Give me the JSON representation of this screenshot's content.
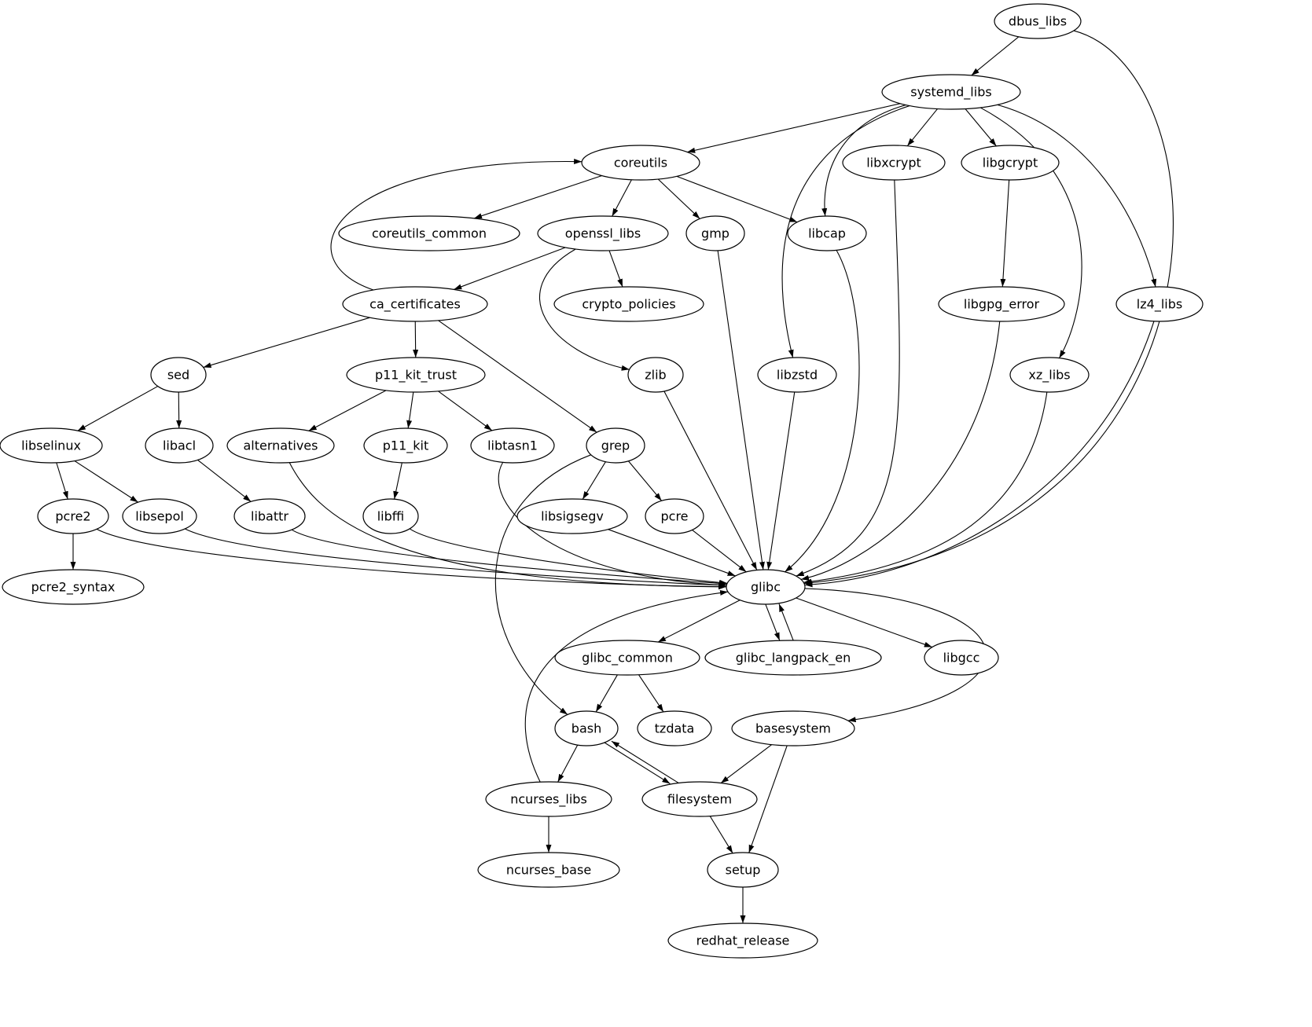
{
  "graph": {
    "nodes": [
      "dbus_libs",
      "systemd_libs",
      "coreutils",
      "libxcrypt",
      "libgcrypt",
      "coreutils_common",
      "openssl_libs",
      "gmp",
      "libcap",
      "ca_certificates",
      "crypto_policies",
      "libgpg_error",
      "lz4_libs",
      "sed",
      "p11_kit_trust",
      "zlib",
      "libzstd",
      "xz_libs",
      "libselinux",
      "libacl",
      "alternatives",
      "p11_kit",
      "libtasn1",
      "grep",
      "pcre2",
      "libsepol",
      "libattr",
      "libffi",
      "libsigsegv",
      "pcre",
      "pcre2_syntax",
      "glibc",
      "glibc_common",
      "glibc_langpack_en",
      "libgcc",
      "bash",
      "tzdata",
      "basesystem",
      "ncurses_libs",
      "filesystem",
      "ncurses_base",
      "setup",
      "redhat_release"
    ],
    "edges": [
      [
        "dbus_libs",
        "systemd_libs"
      ],
      [
        "dbus_libs",
        "glibc"
      ],
      [
        "systemd_libs",
        "coreutils"
      ],
      [
        "systemd_libs",
        "libxcrypt"
      ],
      [
        "systemd_libs",
        "libgcrypt"
      ],
      [
        "systemd_libs",
        "libcap"
      ],
      [
        "systemd_libs",
        "libzstd"
      ],
      [
        "systemd_libs",
        "xz_libs"
      ],
      [
        "systemd_libs",
        "lz4_libs"
      ],
      [
        "coreutils",
        "coreutils_common"
      ],
      [
        "coreutils",
        "openssl_libs"
      ],
      [
        "coreutils",
        "gmp"
      ],
      [
        "coreutils",
        "libcap"
      ],
      [
        "ca_certificates",
        "coreutils"
      ],
      [
        "openssl_libs",
        "ca_certificates"
      ],
      [
        "openssl_libs",
        "crypto_policies"
      ],
      [
        "openssl_libs",
        "zlib"
      ],
      [
        "libgcrypt",
        "libgpg_error"
      ],
      [
        "ca_certificates",
        "sed"
      ],
      [
        "ca_certificates",
        "p11_kit_trust"
      ],
      [
        "ca_certificates",
        "grep"
      ],
      [
        "sed",
        "libselinux"
      ],
      [
        "sed",
        "libacl"
      ],
      [
        "p11_kit_trust",
        "alternatives"
      ],
      [
        "p11_kit_trust",
        "p11_kit"
      ],
      [
        "p11_kit_trust",
        "libtasn1"
      ],
      [
        "libselinux",
        "pcre2"
      ],
      [
        "libselinux",
        "libsepol"
      ],
      [
        "libacl",
        "libattr"
      ],
      [
        "p11_kit",
        "libffi"
      ],
      [
        "grep",
        "libsigsegv"
      ],
      [
        "grep",
        "pcre"
      ],
      [
        "grep",
        "bash"
      ],
      [
        "pcre2",
        "pcre2_syntax"
      ],
      [
        "pcre2",
        "glibc"
      ],
      [
        "libsepol",
        "glibc"
      ],
      [
        "libattr",
        "glibc"
      ],
      [
        "libffi",
        "glibc"
      ],
      [
        "libsigsegv",
        "glibc"
      ],
      [
        "pcre",
        "glibc"
      ],
      [
        "alternatives",
        "glibc"
      ],
      [
        "libtasn1",
        "glibc"
      ],
      [
        "zlib",
        "glibc"
      ],
      [
        "gmp",
        "glibc"
      ],
      [
        "libzstd",
        "glibc"
      ],
      [
        "libcap",
        "glibc"
      ],
      [
        "libxcrypt",
        "glibc"
      ],
      [
        "libgpg_error",
        "glibc"
      ],
      [
        "xz_libs",
        "glibc"
      ],
      [
        "lz4_libs",
        "glibc"
      ],
      [
        "glibc",
        "glibc_common"
      ],
      [
        "glibc",
        "glibc_langpack_en"
      ],
      [
        "glibc_langpack_en",
        "glibc"
      ],
      [
        "glibc",
        "libgcc"
      ],
      [
        "glibc",
        "basesystem"
      ],
      [
        "glibc_common",
        "bash"
      ],
      [
        "glibc_common",
        "tzdata"
      ],
      [
        "bash",
        "ncurses_libs"
      ],
      [
        "bash",
        "filesystem"
      ],
      [
        "filesystem",
        "bash"
      ],
      [
        "ncurses_libs",
        "glibc"
      ],
      [
        "ncurses_libs",
        "ncurses_base"
      ],
      [
        "basesystem",
        "filesystem"
      ],
      [
        "basesystem",
        "setup"
      ],
      [
        "filesystem",
        "setup"
      ],
      [
        "setup",
        "redhat_release"
      ]
    ]
  }
}
